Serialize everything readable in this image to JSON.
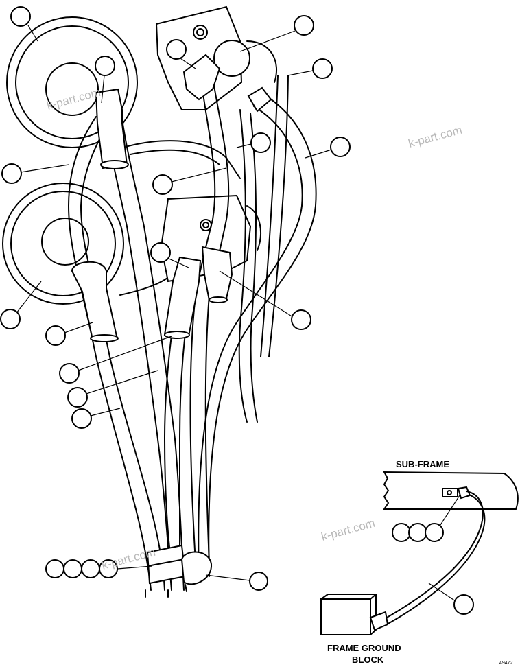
{
  "labels": {
    "sub_frame": "SUB-FRAME",
    "frame_ground_block_line1": "FRAME GROUND",
    "frame_ground_block_line2": "BLOCK"
  },
  "watermarks": [
    "k-part.com",
    "k-part.com",
    "k-part.com",
    "k-part.com"
  ],
  "figure_code": "49472"
}
